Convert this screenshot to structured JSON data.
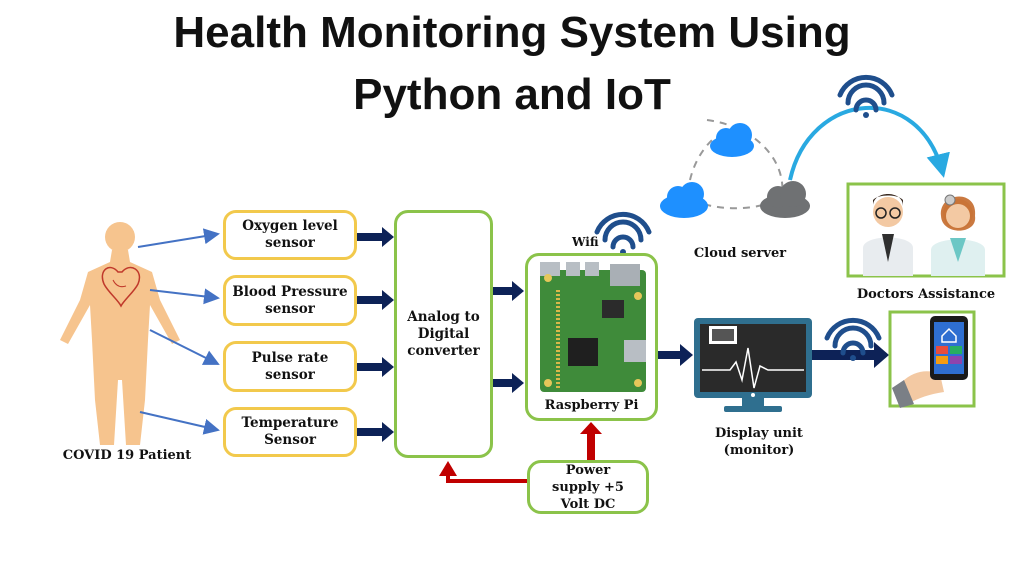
{
  "title": {
    "line1": "Health Monitoring System Using",
    "line2": "Python and IoT"
  },
  "patient": {
    "label": "COVID 19 Patient"
  },
  "sensors": [
    {
      "label": "Oxygen level sensor"
    },
    {
      "label": "Blood Pressure sensor"
    },
    {
      "label": "Pulse rate sensor"
    },
    {
      "label": "Temperature Sensor"
    }
  ],
  "adc": {
    "label": "Analog to Digital converter"
  },
  "raspberry": {
    "label": "Raspberry Pi",
    "wifi_label": "Wifi"
  },
  "power": {
    "label": "Power supply +5 Volt DC"
  },
  "cloud": {
    "label": "Cloud server"
  },
  "doctors": {
    "label": "Doctors Assistance"
  },
  "display": {
    "label": "Display unit (monitor)"
  },
  "colors": {
    "sensor_border": "#f2c94c",
    "box_border": "#8bc34a",
    "data_arrow": "#0d2257",
    "power_arrow": "#c00000",
    "wifi": "#1f4e8c",
    "cloud_blue": "#1e90ff",
    "cloud_gray": "#6f7173",
    "cloud_arrow": "#29a9e1",
    "body_fill": "#f6c48e"
  }
}
